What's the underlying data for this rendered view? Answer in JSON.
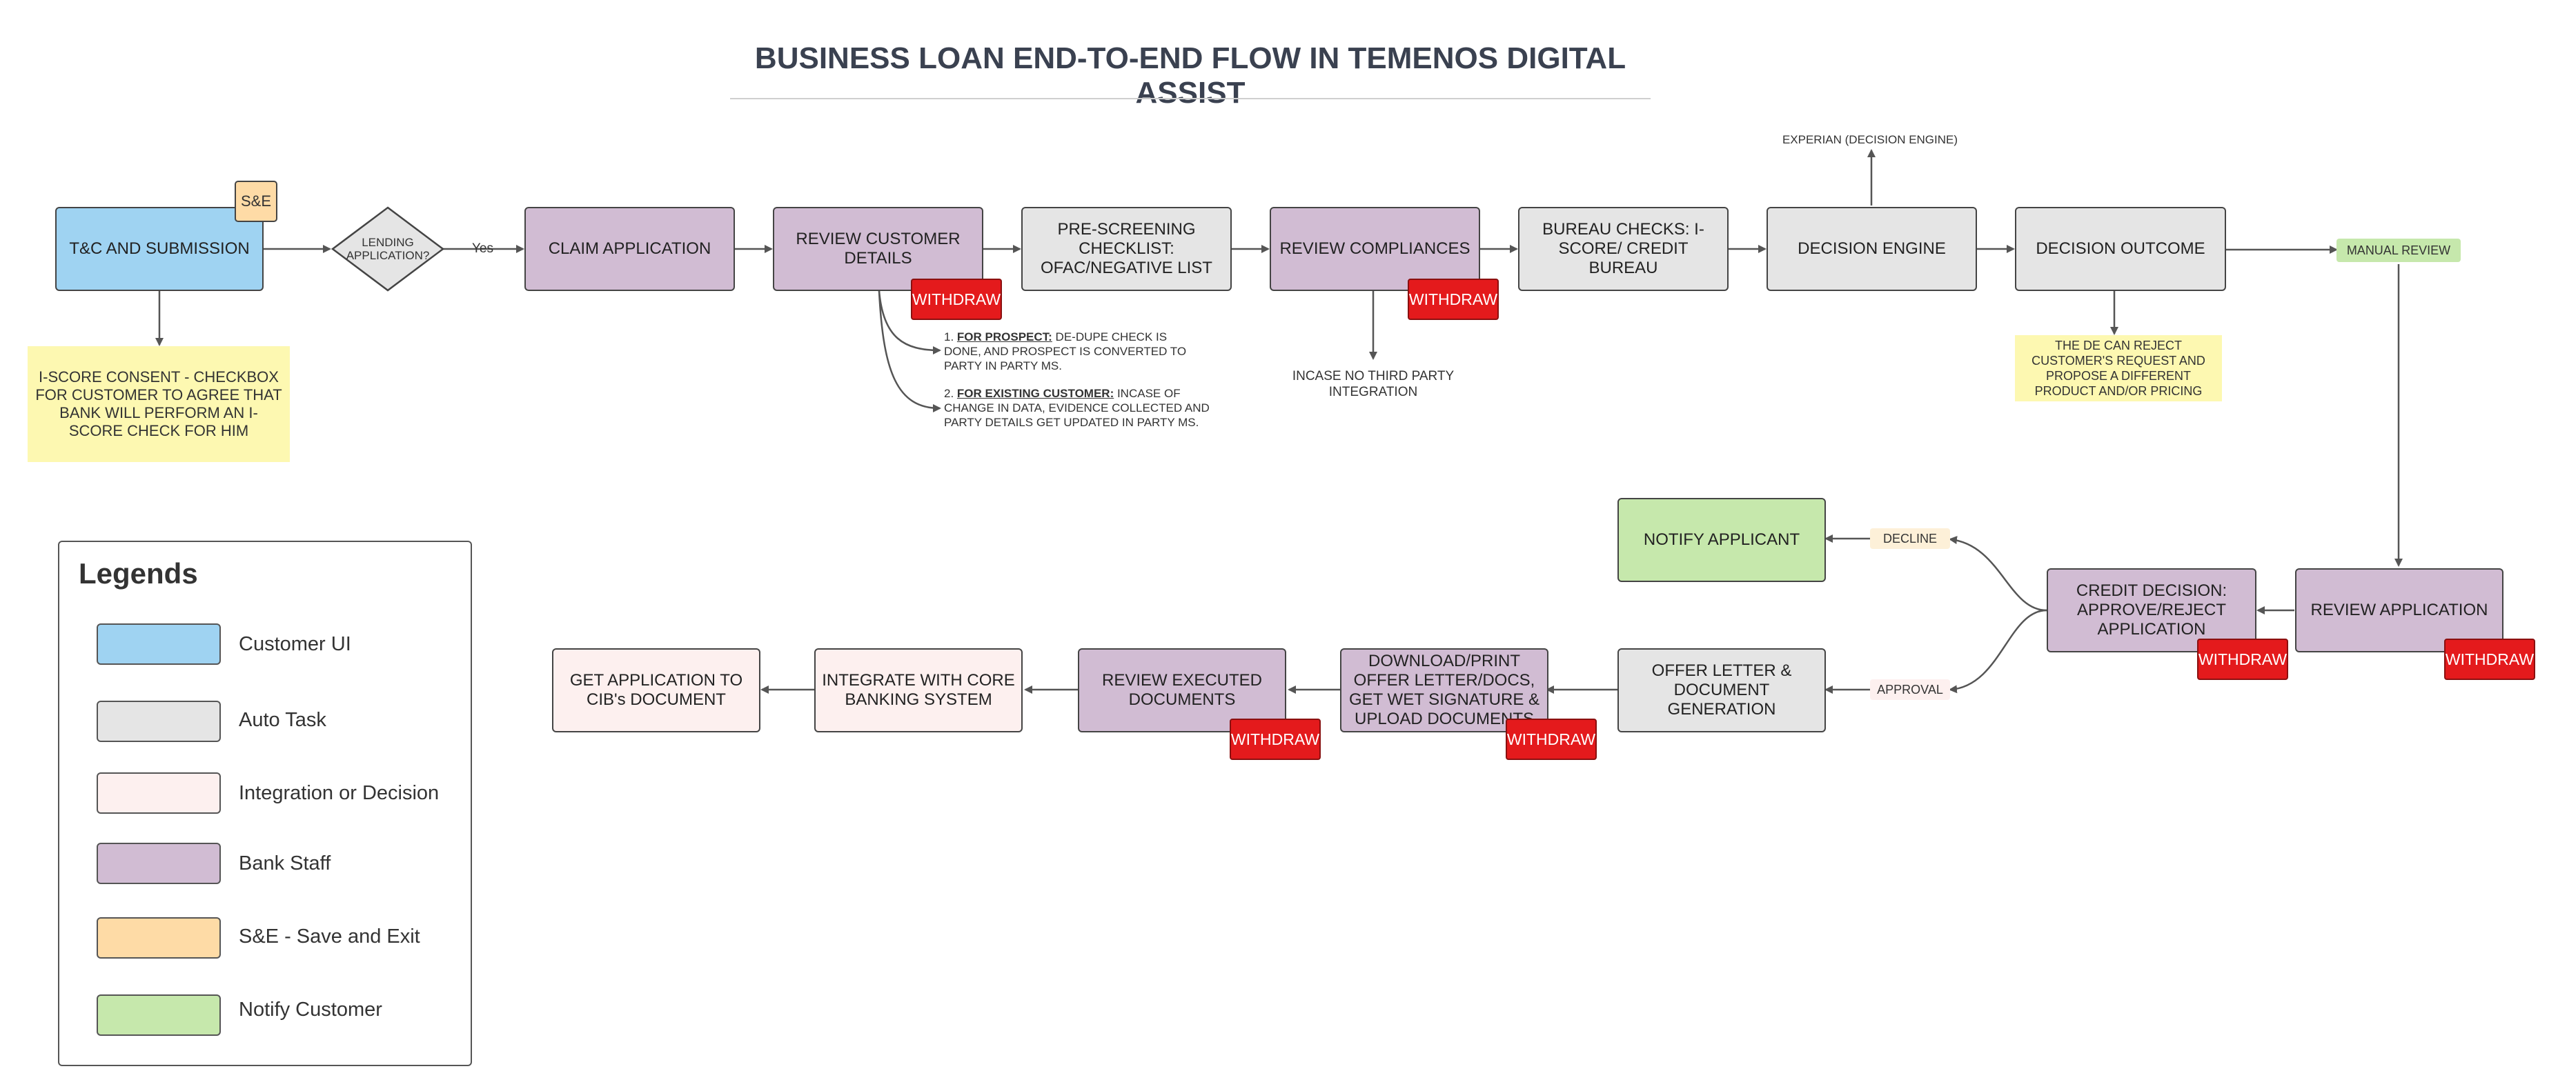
{
  "title": "BUSINESS LOAN END-TO-END FLOW IN TEMENOS DIGITAL ASSIST",
  "nodes": {
    "tc_submission": "T&C AND SUBMISSION",
    "save_exit_badge": "S&E",
    "lending_decision": "LENDING APPLICATION?",
    "yes_label": "Yes",
    "claim_application": "CLAIM APPLICATION",
    "review_customer_details": "REVIEW CUSTOMER DETAILS",
    "prescreening": "PRE-SCREENING CHECKLIST: OFAC/NEGATIVE LIST",
    "review_compliances": "REVIEW COMPLIANCES",
    "bureau_checks": "BUREAU CHECKS: I-SCORE/ CREDIT BUREAU",
    "decision_engine": "DECISION ENGINE",
    "decision_outcome": "DECISION OUTCOME",
    "manual_review": "MANUAL REVIEW",
    "review_application": "REVIEW APPLICATION",
    "credit_decision": "CREDIT DECISION: APPROVE/REJECT APPLICATION",
    "notify_applicant": "NOTIFY APPLICANT",
    "decline_label": "DECLINE",
    "approval_label": "APPROVAL",
    "offer_letter": "OFFER LETTER & DOCUMENT GENERATION",
    "download_print": "DOWNLOAD/PRINT OFFER LETTER/DOCS, GET WET SIGNATURE  & UPLOAD DOCUMENTS",
    "review_executed": "REVIEW EXECUTED DOCUMENTS",
    "integrate_core": "INTEGRATE WITH CORE BANKING SYSTEM",
    "get_application": "GET APPLICATION TO CIB's DOCUMENT",
    "withdraw": "WITHDRAW"
  },
  "notes": {
    "iscore_consent": "I-SCORE CONSENT - CHECKBOX FOR CUSTOMER TO AGREE THAT BANK WILL PERFORM AN I-SCORE CHECK FOR HIM",
    "experian": "EXPERIAN (DECISION ENGINE)",
    "no_third_party": "INCASE NO THIRD PARTY INTEGRATION",
    "de_reject": "THE DE CAN REJECT CUSTOMER'S REQUEST AND PROPOSE A DIFFERENT PRODUCT AND/OR PRICING",
    "prospect_num": "1.",
    "prospect_head": "FOR PROSPECT:",
    "prospect_body": " DE-DUPE CHECK IS DONE, AND PROSPECT IS CONVERTED TO PARTY IN PARTY MS.",
    "existing_num": "2.",
    "existing_head": "FOR EXISTING CUSTOMER:",
    "existing_body": " INCASE OF CHANGE IN DATA, EVIDENCE COLLECTED AND PARTY DETAILS GET UPDATED IN PARTY MS."
  },
  "legend": {
    "title": "Legends",
    "items": [
      {
        "label": "Customer  UI",
        "color": "#9fd3f2"
      },
      {
        "label": "Auto Task",
        "color": "#e5e5e5"
      },
      {
        "label": "Integration or Decision",
        "color": "#fdf0ef"
      },
      {
        "label": "Bank Staff",
        "color": "#d1bcd3"
      },
      {
        "label": "S&E - Save and Exit",
        "color": "#fedba6"
      },
      {
        "label": "Notify Customer",
        "color": "#c6e8ac"
      }
    ]
  },
  "colors": {
    "customer_ui": "#9fd3f2",
    "auto_task": "#e5e5e5",
    "integration": "#fdf0ef",
    "bank_staff": "#d1bcd3",
    "save_exit": "#fedba6",
    "notify": "#c6e8ac",
    "withdraw": "#e41a1c",
    "note": "#fdf8b1"
  }
}
